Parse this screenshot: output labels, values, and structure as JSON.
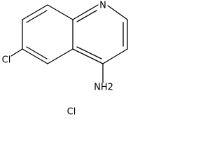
{
  "structure": {
    "atoms": {
      "n1": "N",
      "cl6": "Cl",
      "nh2": "NH2",
      "counter_ion": "Cl"
    }
  },
  "colors": {
    "bond": "#000000",
    "label": "#000000",
    "background": "#ffffff"
  }
}
